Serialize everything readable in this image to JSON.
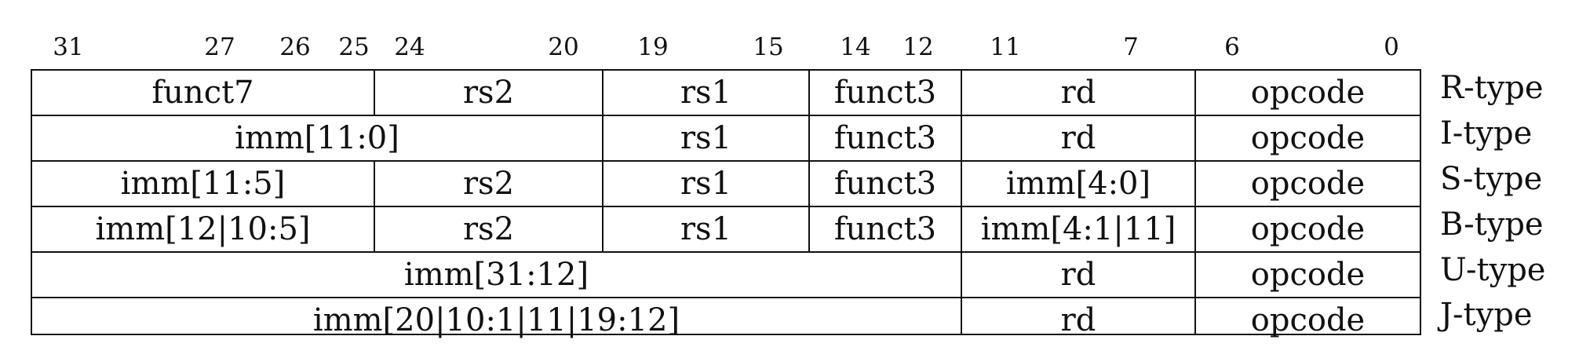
{
  "bit_positions": [
    "31",
    "27",
    "26",
    "25",
    "24",
    "20",
    "19",
    "15",
    "14",
    "12",
    "11",
    "7",
    "6",
    "0"
  ],
  "formats": [
    {
      "type": "R-type",
      "fields": [
        {
          "label": "funct7"
        },
        {
          "label": "rs2"
        },
        {
          "label": "rs1"
        },
        {
          "label": "funct3"
        },
        {
          "label": "rd"
        },
        {
          "label": "opcode"
        }
      ]
    },
    {
      "type": "I-type",
      "fields": [
        {
          "label": "imm[11:0]"
        },
        {
          "label": "rs1"
        },
        {
          "label": "funct3"
        },
        {
          "label": "rd"
        },
        {
          "label": "opcode"
        }
      ]
    },
    {
      "type": "S-type",
      "fields": [
        {
          "label": "imm[11:5]"
        },
        {
          "label": "rs2"
        },
        {
          "label": "rs1"
        },
        {
          "label": "funct3"
        },
        {
          "label": "imm[4:0]"
        },
        {
          "label": "opcode"
        }
      ]
    },
    {
      "type": "B-type",
      "fields": [
        {
          "label": "imm[12|10:5]"
        },
        {
          "label": "rs2"
        },
        {
          "label": "rs1"
        },
        {
          "label": "funct3"
        },
        {
          "label": "imm[4:1|11]"
        },
        {
          "label": "opcode"
        }
      ]
    },
    {
      "type": "U-type",
      "fields": [
        {
          "label": "imm[31:12]"
        },
        {
          "label": "rd"
        },
        {
          "label": "opcode"
        }
      ]
    },
    {
      "type": "J-type",
      "fields": [
        {
          "label": "imm[20|10:1|11|19:12]"
        },
        {
          "label": "rd"
        },
        {
          "label": "opcode"
        }
      ]
    }
  ]
}
